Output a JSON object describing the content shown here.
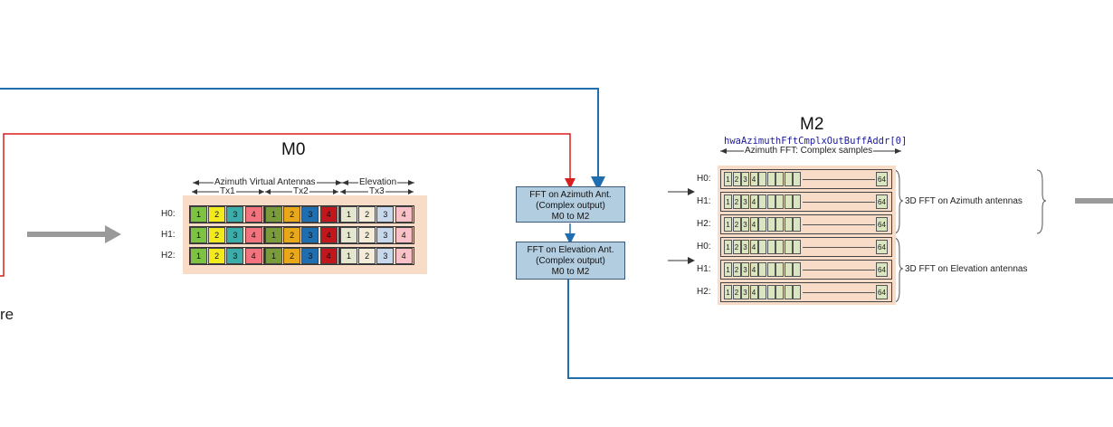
{
  "footer_fragment": "re",
  "m0": {
    "title": "M0",
    "header_azimuth": "Azimuth Virtual Antennas",
    "header_elevation": "Elevation",
    "header_tx1": "Tx1",
    "header_tx2": "Tx2",
    "header_tx3": "Tx3",
    "rows": [
      {
        "label": "H0:",
        "cells": [
          "1",
          "2",
          "3",
          "4",
          "1",
          "2",
          "3",
          "4",
          "1",
          "2",
          "3",
          "4"
        ]
      },
      {
        "label": "H1:",
        "cells": [
          "1",
          "2",
          "3",
          "4",
          "1",
          "2",
          "3",
          "4",
          "1",
          "2",
          "3",
          "4"
        ]
      },
      {
        "label": "H2:",
        "cells": [
          "1",
          "2",
          "3",
          "4",
          "1",
          "2",
          "3",
          "4",
          "1",
          "2",
          "3",
          "4"
        ]
      }
    ],
    "colors": [
      "#7dc242",
      "#f2ea1c",
      "#3aacaa",
      "#f3737e",
      "#7a9a3c",
      "#e8a81a",
      "#1f6eb0",
      "#c0161c",
      "#e4e6cf",
      "#f4ecd8",
      "#c8d8ec",
      "#f8c2c8"
    ]
  },
  "boxes": {
    "azimuth": [
      "FFT on Azimuth Ant.",
      "(Complex output)",
      "M0 to M2"
    ],
    "elevation": [
      "FFT on Elevation Ant.",
      "(Complex output)",
      "M0 to M2"
    ]
  },
  "m2": {
    "title": "M2",
    "buffer_addr": "hwaAzimuthFftCmplxOutBuffAddr[0]",
    "header": "Azimuth FFT: Complex samples",
    "azimuth_rows": [
      {
        "label": "H0:",
        "cells": [
          "1",
          "2",
          "3",
          "4"
        ],
        "last": "64"
      },
      {
        "label": "H1:",
        "cells": [
          "1",
          "2",
          "3",
          "4"
        ],
        "last": "64"
      },
      {
        "label": "H2:",
        "cells": [
          "1",
          "2",
          "3",
          "4"
        ],
        "last": "64"
      }
    ],
    "elevation_rows": [
      {
        "label": "H0:",
        "cells": [
          "1",
          "2",
          "3",
          "4"
        ],
        "last": "64"
      },
      {
        "label": "H1:",
        "cells": [
          "1",
          "2",
          "3",
          "4"
        ],
        "last": "64"
      },
      {
        "label": "H2:",
        "cells": [
          "1",
          "2",
          "3",
          "4"
        ],
        "last": "64"
      }
    ],
    "azimuth_note": "3D FFT on Azimuth antennas",
    "elevation_note": "3D FFT on Elevation antennas"
  }
}
